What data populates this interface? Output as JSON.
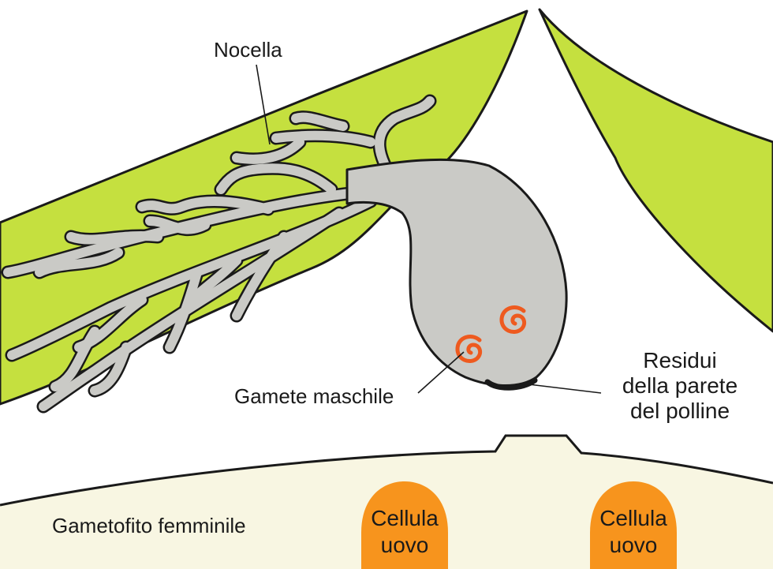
{
  "labels": {
    "nocella": "Nocella",
    "gamete_maschile": "Gamete maschile",
    "residui_line1": "Residui",
    "residui_line2": "della parete",
    "residui_line3": "del polline",
    "gametofito": "Gametofito femminile",
    "cellula_uovo_1_line1": "Cellula",
    "cellula_uovo_1_line2": "uovo",
    "cellula_uovo_2_line1": "Cellula",
    "cellula_uovo_2_line2": "uovo"
  },
  "colors": {
    "nucellus_green": "#c5e03f",
    "pollen_tube_gray": "#cacac6",
    "gametophyte_cream": "#f8f6e2",
    "egg_orange": "#f7941d",
    "gamete_orange": "#ee5a1f",
    "outline": "#1a1a1a"
  }
}
